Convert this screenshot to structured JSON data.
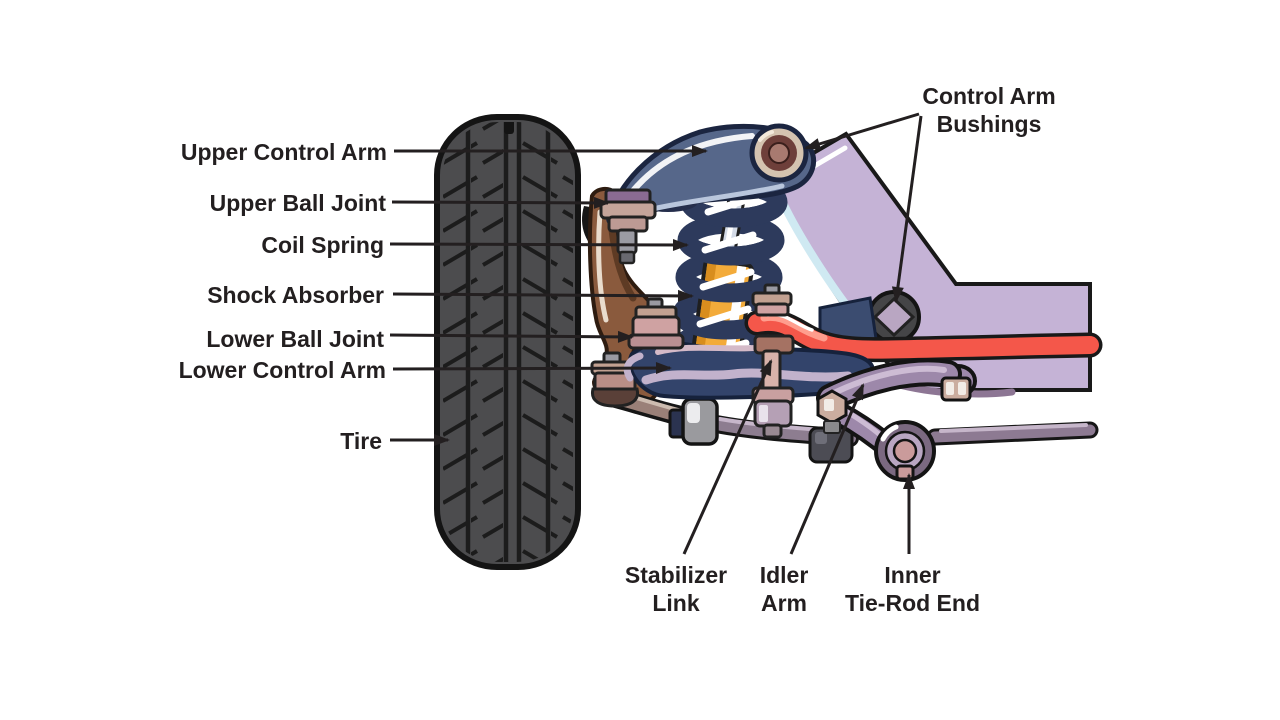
{
  "diagram": {
    "subject": "front suspension and steering components",
    "labels": {
      "upper_control_arm": "Upper Control Arm",
      "upper_ball_joint": "Upper Ball Joint",
      "coil_spring": "Coil Spring",
      "shock_absorber": "Shock Absorber",
      "lower_ball_joint": "Lower Ball Joint",
      "lower_control_arm": "Lower Control Arm",
      "tire": "Tire",
      "control_arm_bushings": "Control Arm\nBushings",
      "stabilizer_link": "Stabilizer\nLink",
      "idler_arm": "Idler\nArm",
      "inner_tie_rod_end": "Inner\nTie-Rod End"
    },
    "colors": {
      "background": "#ffffff",
      "label_text": "#231f20",
      "leader_line": "#231f20",
      "tire": "#4c4c4e",
      "steering_knuckle": "#8a5a3d",
      "upper_control_arm": "#56678a",
      "coil_spring": "#2d3a5c",
      "shock_absorber": "#f3ab3a",
      "frame": "#c5b3d6",
      "stabilizer_bar": "#f4574a",
      "lower_control_arm": "#33446b",
      "steering_linkage": "#8d7d90",
      "idler_arm": "#9d88aa",
      "bushing": "#c2a191"
    }
  }
}
